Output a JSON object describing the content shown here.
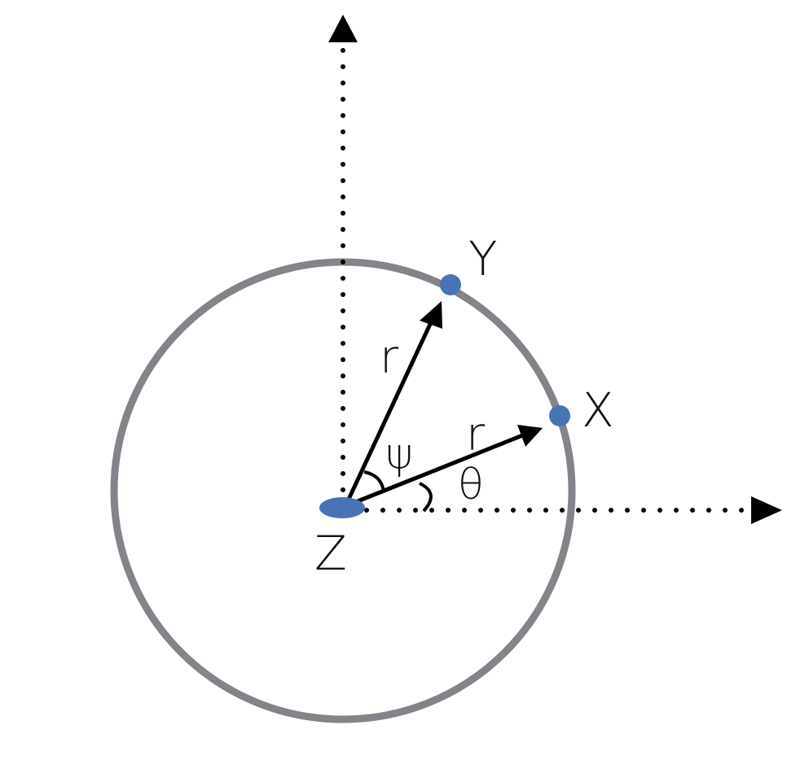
{
  "labels": {
    "point_x": "X",
    "point_y": "Y",
    "point_z": "Z",
    "radius_to_x": "r",
    "radius_to_y": "r",
    "angle_theta": "θ",
    "angle_psi": "ψ"
  },
  "colors": {
    "circle": "#838389",
    "point": "#4A73B5",
    "arrow": "#000000",
    "axis": "#000000",
    "background": "#ffffff"
  }
}
